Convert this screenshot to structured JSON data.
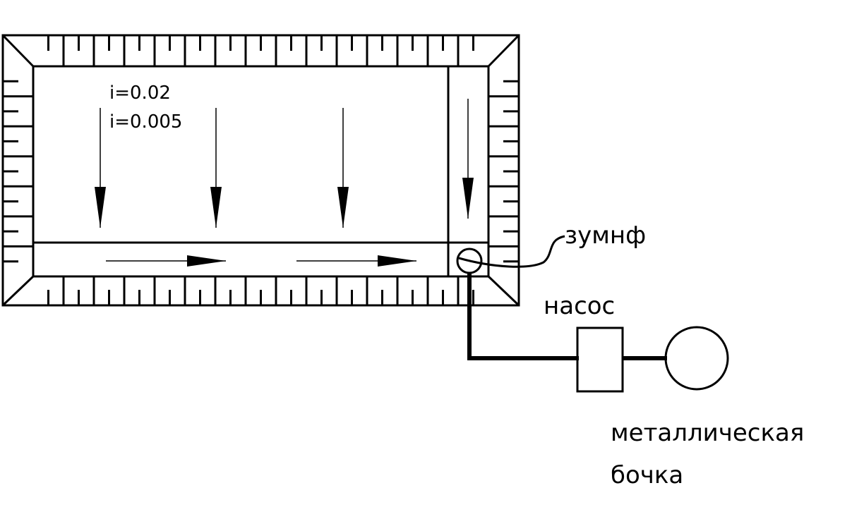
{
  "slopes": [
    "i=0.02",
    "i=0.005"
  ],
  "labels": {
    "sump": "зумнф",
    "pump": "насос",
    "barrel_line1": "металлическая",
    "barrel_line2": "бочка"
  },
  "colors": {
    "stroke": "#000000",
    "background": "#ffffff"
  }
}
